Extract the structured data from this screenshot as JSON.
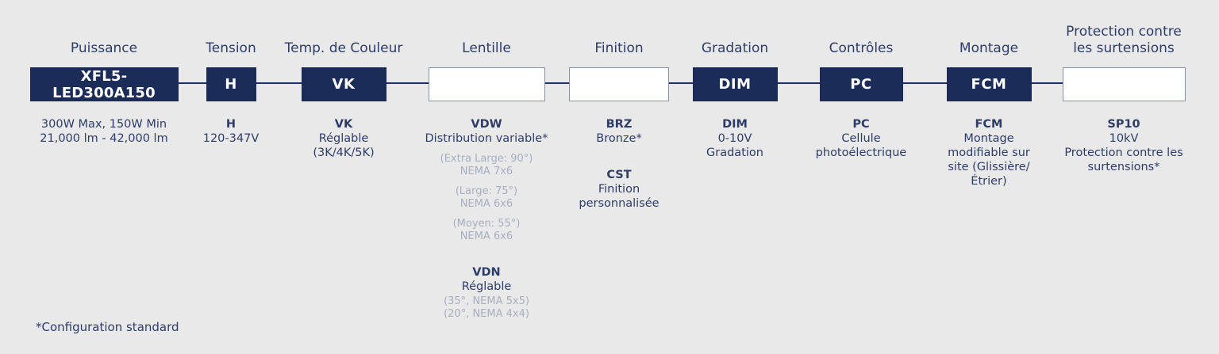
{
  "page": {
    "background": "#e9e9ea",
    "box_navy": "#1b2c58",
    "text_navy": "#2e3c68",
    "note_gray": "#a9aec0",
    "footnote": "*Configuration standard"
  },
  "columns": [
    {
      "label": "Puissance",
      "box": "XFL5-LED300A150",
      "box_filled": true,
      "desc": "300W Max, 150W Min\n21,000 lm - 42,000 lm"
    },
    {
      "label": "Tension",
      "box": "H",
      "box_filled": true,
      "options": [
        {
          "code": "H",
          "desc": "120-347V"
        }
      ]
    },
    {
      "label": "Temp. de Couleur",
      "box": "VK",
      "box_filled": true,
      "options": [
        {
          "code": "VK",
          "desc": "Réglable\n(3K/4K/5K)"
        }
      ]
    },
    {
      "label": "Lentille",
      "box": "",
      "box_filled": false,
      "options": [
        {
          "code": "VDW",
          "desc": "Distribution variable*",
          "notes": [
            "(Extra Large: 90°)\nNEMA 7x6",
            "(Large: 75°)\nNEMA 6x6",
            "(Moyen: 55°)\nNEMA 6x6"
          ]
        },
        {
          "code": "VDN",
          "desc": "Réglable",
          "notes": [
            "(35°, NEMA 5x5)\n(20°, NEMA 4x4)"
          ]
        }
      ]
    },
    {
      "label": "Finition",
      "box": "",
      "box_filled": false,
      "options": [
        {
          "code": "BRZ",
          "desc": "Bronze*"
        },
        {
          "code": "CST",
          "desc": "Finition\npersonnalisée"
        }
      ]
    },
    {
      "label": "Gradation",
      "box": "DIM",
      "box_filled": true,
      "options": [
        {
          "code": "DIM",
          "desc": "0-10V\nGradation"
        }
      ]
    },
    {
      "label": "Contrôles",
      "box": "PC",
      "box_filled": true,
      "options": [
        {
          "code": "PC",
          "desc": "Cellule\nphotoélectrique"
        }
      ]
    },
    {
      "label": "Montage",
      "box": "FCM",
      "box_filled": true,
      "options": [
        {
          "code": "FCM",
          "desc": "Montage\nmodifiable sur\nsite (Glissière/\nÉtrier)"
        }
      ]
    },
    {
      "label": "Protection contre\nles surtensions",
      "box": "",
      "box_filled": false,
      "options": [
        {
          "code": "SP10",
          "desc": "10kV\nProtection contre les\nsurtensions*"
        }
      ]
    }
  ]
}
